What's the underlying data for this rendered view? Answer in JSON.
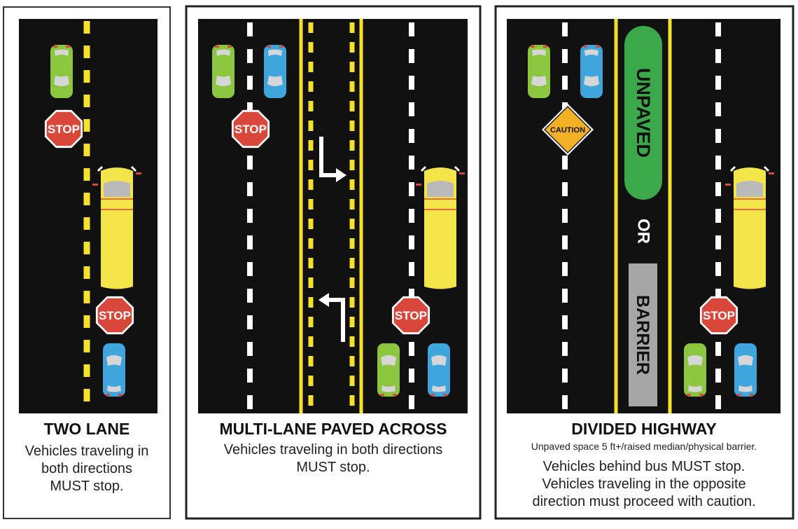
{
  "colors": {
    "road": "#111111",
    "yellow_line": "#f5e02a",
    "white_line": "#ffffff",
    "stop_sign": "#d9473b",
    "bus": "#f3e44a",
    "green_car": "#8cc63f",
    "blue_car": "#3ea6dd",
    "caution": "#f2b024",
    "unpaved": "#3ba94a",
    "barrier": "#a6a6a6"
  },
  "signs": {
    "stop": "STOP",
    "caution": "CAUTION"
  },
  "panels": [
    {
      "title": "TWO LANE",
      "lines": [
        "Vehicles traveling in",
        "both directions",
        "MUST stop."
      ]
    },
    {
      "title": "MULTI-LANE PAVED ACROSS",
      "lines": [
        "Vehicles traveling in both directions",
        "MUST stop."
      ]
    },
    {
      "title": "DIVIDED HIGHWAY",
      "subtitle": "Unpaved space 5 ft+/raised median/physical barrier.",
      "lines": [
        "Vehicles behind bus MUST stop.",
        "Vehicles traveling in the opposite",
        "direction must proceed with caution."
      ],
      "median_labels": {
        "unpaved": "UNPAVED",
        "or": "OR",
        "barrier": "BARRIER"
      }
    }
  ]
}
